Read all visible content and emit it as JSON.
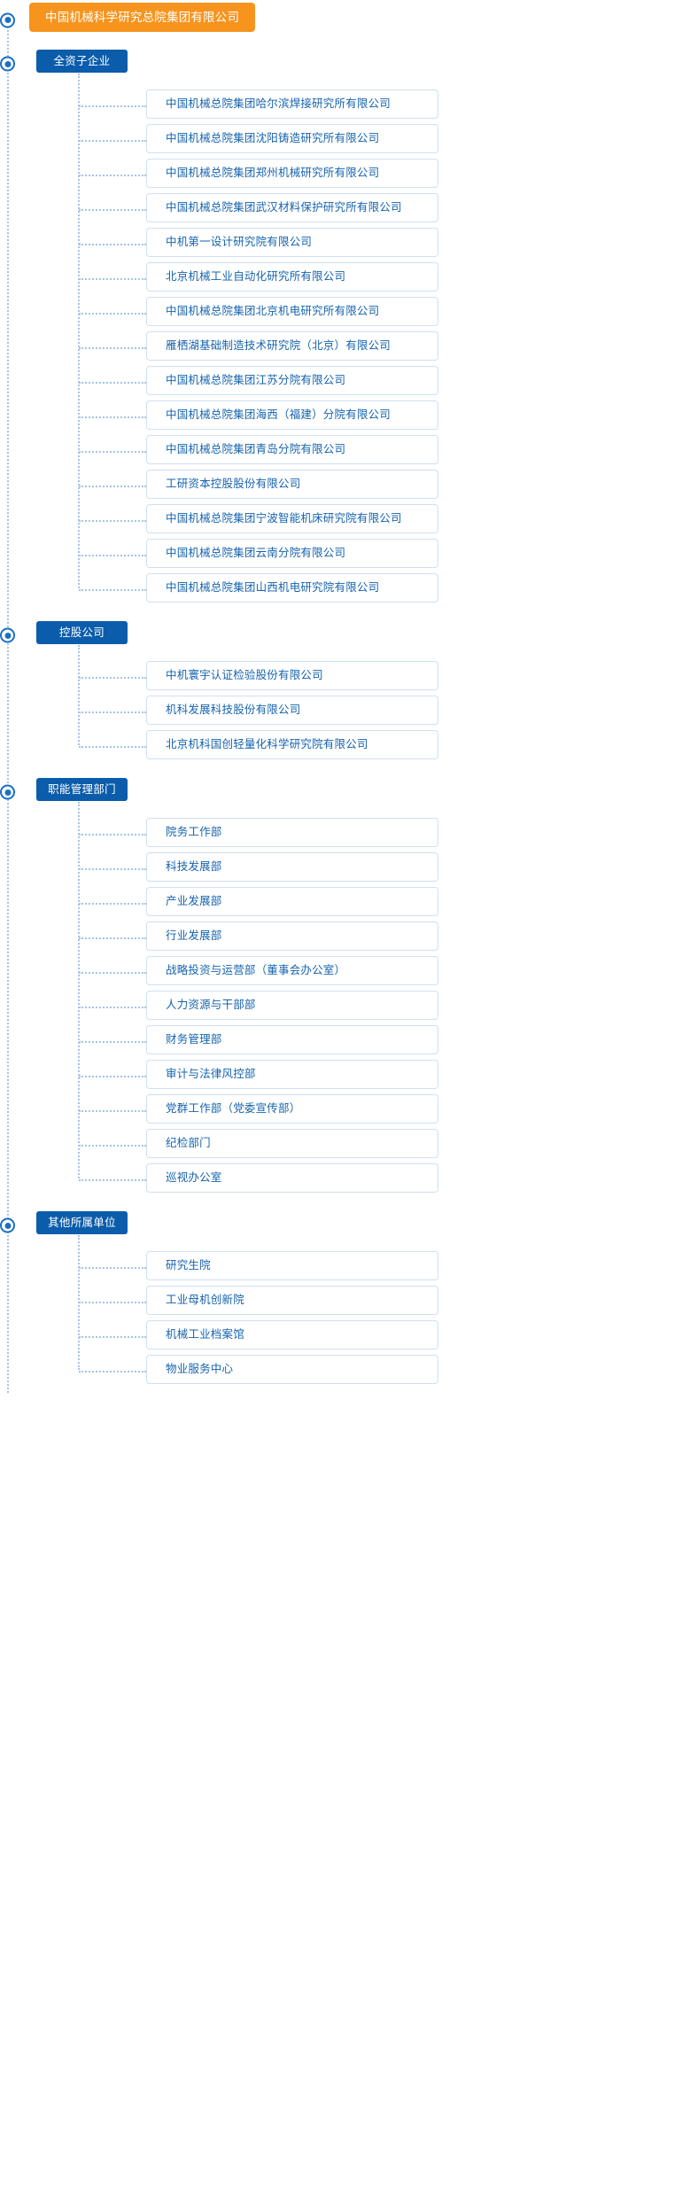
{
  "colors": {
    "root_bg": "#f7941e",
    "section_bg": "#0b5cab",
    "item_text": "#1663ad",
    "item_border": "#cfe0f2",
    "line": "#a8c4e6"
  },
  "root": {
    "label": "中国机械科学研究总院集团有限公司"
  },
  "sections": [
    {
      "label": "全资子企业",
      "items": [
        "中国机械总院集团哈尔滨焊接研究所有限公司",
        "中国机械总院集团沈阳铸造研究所有限公司",
        "中国机械总院集团郑州机械研究所有限公司",
        "中国机械总院集团武汉材料保护研究所有限公司",
        "中机第一设计研究院有限公司",
        "北京机械工业自动化研究所有限公司",
        "中国机械总院集团北京机电研究所有限公司",
        "雁栖湖基础制造技术研究院（北京）有限公司",
        "中国机械总院集团江苏分院有限公司",
        "中国机械总院集团海西（福建）分院有限公司",
        "中国机械总院集团青岛分院有限公司",
        "工研资本控股股份有限公司",
        "中国机械总院集团宁波智能机床研究院有限公司",
        "中国机械总院集团云南分院有限公司",
        "中国机械总院集团山西机电研究院有限公司"
      ]
    },
    {
      "label": "控股公司",
      "items": [
        "中机寰宇认证检验股份有限公司",
        "机科发展科技股份有限公司",
        "北京机科国创轻量化科学研究院有限公司"
      ]
    },
    {
      "label": "职能管理部门",
      "items": [
        "院务工作部",
        "科技发展部",
        "产业发展部",
        "行业发展部",
        "战略投资与运营部（董事会办公室）",
        "人力资源与干部部",
        "财务管理部",
        "审计与法律风控部",
        "党群工作部（党委宣传部）",
        "纪检部门",
        "巡视办公室"
      ]
    },
    {
      "label": "其他所属单位",
      "items": [
        "研究生院",
        "工业母机创新院",
        "机械工业档案馆",
        "物业服务中心"
      ]
    }
  ]
}
